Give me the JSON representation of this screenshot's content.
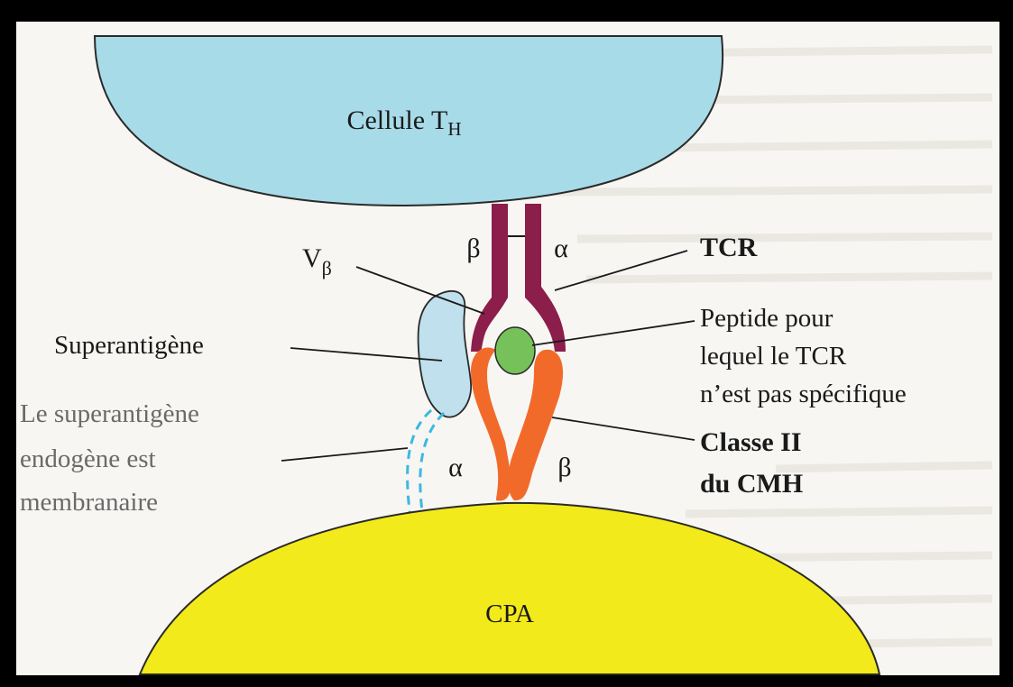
{
  "cells": {
    "th": {
      "name": "Cellule T",
      "subscript": "H",
      "color": "#a8dbe8"
    },
    "apc": {
      "name": "CPA",
      "color": "#f2ea1a"
    }
  },
  "tcr": {
    "label": "TCR",
    "beta_symbol": "β",
    "alpha_symbol": "α",
    "vbeta_symbol": "V",
    "vbeta_subscript": "β",
    "color": "#8b1e4a"
  },
  "peptide": {
    "lines": [
      "Peptide pour",
      "lequel le TCR",
      "n’est pas spécifique"
    ],
    "color": "#76c15a"
  },
  "mhc": {
    "lines": [
      "Classe II",
      "du CMH"
    ],
    "alpha_symbol": "α",
    "beta_symbol": "β",
    "color": "#f26a2a"
  },
  "superantigen": {
    "label": "Superantigène",
    "color": "#bfe0ec"
  },
  "endogenous": {
    "lines": [
      "Le superantigène",
      "endogène est",
      "membranaire"
    ],
    "tether_color": "#3db8e0"
  },
  "background_color": "#f7f6f3"
}
